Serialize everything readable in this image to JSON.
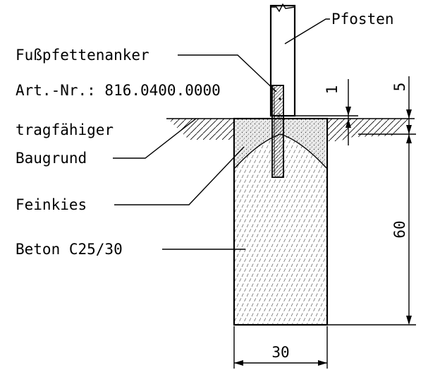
{
  "labels": {
    "post": "Pfosten",
    "anchor": "Fußpfettenanker",
    "article": "Art.-Nr.: 816.0400.0000",
    "subsoil_line1": "tragfähiger",
    "subsoil_line2": "Baugrund",
    "gravel": "Feinkies",
    "concrete": "Beton C25/30"
  },
  "dimensions": {
    "gap": "1",
    "depth_top": "5",
    "depth_foundation": "60",
    "width": "30"
  }
}
